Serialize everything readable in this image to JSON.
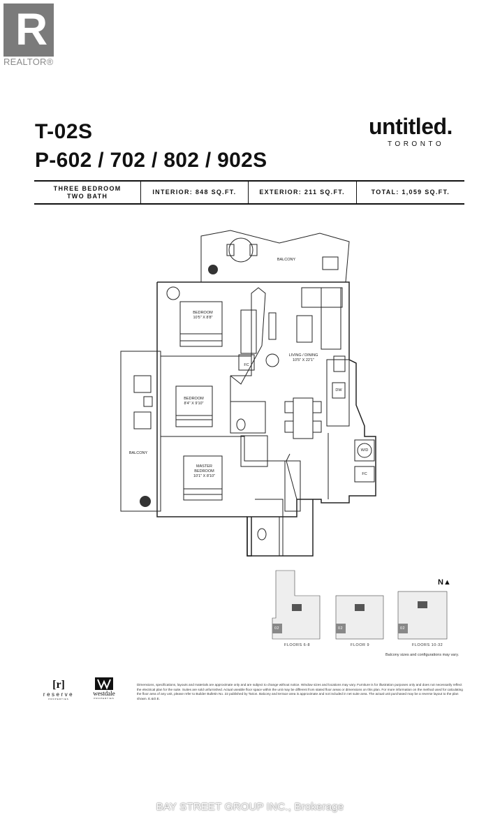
{
  "header": {
    "realtor_logo_letter": "R",
    "realtor_text": "REALTOR®"
  },
  "title": {
    "unit": "T-02S",
    "suites": "P-602 / 702 / 802 / 902S"
  },
  "brand": {
    "name": "untitled.",
    "city": "TORONTO"
  },
  "specs": {
    "type_line1": "THREE BEDROOM",
    "type_line2": "TWO BATH",
    "interior": "INTERIOR: 848 SQ.FT.",
    "exterior": "EXTERIOR: 211 SQ.FT.",
    "total": "TOTAL: 1,059 SQ.FT."
  },
  "plan_labels": {
    "balcony_top": "BALCONY",
    "balcony_left": "BALCONY",
    "bedroom1_name": "BEDROOM",
    "bedroom1_size": "10'5\" X 8'8\"",
    "bedroom2_name": "BEDROOM",
    "bedroom2_size": "8'4\" X 9'10\"",
    "master_name": "MASTER",
    "master_name2": "BEDROOM",
    "master_size": "10'1\" X 8'10\"",
    "living_name": "LIVING / DINING",
    "living_size": "10'5\" X 22'1\"",
    "fc": "FC",
    "dw": "DW",
    "wd": "W/D"
  },
  "keyplans": {
    "floors_a": "FLOORS 6-8",
    "floors_b": "FLOOR 9",
    "floors_c": "FLOORS 10-32",
    "unit_tag": "02",
    "north": "N▲",
    "balcony_note": "Balcony sizes and configurations may vary."
  },
  "footer": {
    "reserve_bracket": "[r]",
    "reserve_word": "reserve",
    "reserve_sub": "PROPERTIES",
    "westdale_word": "westdale",
    "westdale_sub": "PROPERTIES",
    "disclaimer": "Dimensions, specifications, layouts and materials are approximate only and are subject to change without notice. Window sizes and locations may vary. Furniture is for illustration purposes only and does not necessarily reflect the electrical plan for the suite. Suites are sold unfurnished. Actual useable floor space within the unit may be different from stated floor areas or dimensions on this plan. For more information on the method used for calculating the floor area of any unit, please refer to Builder Bulletin No. 22 published by Tarion. Balcony and terrace area is approximate and not included in net suite area. The actual unit purchased may be a reverse layout to the plan shown. E.&O.E.",
    "watermark": "BAY STREET GROUP INC., Brokerage"
  }
}
